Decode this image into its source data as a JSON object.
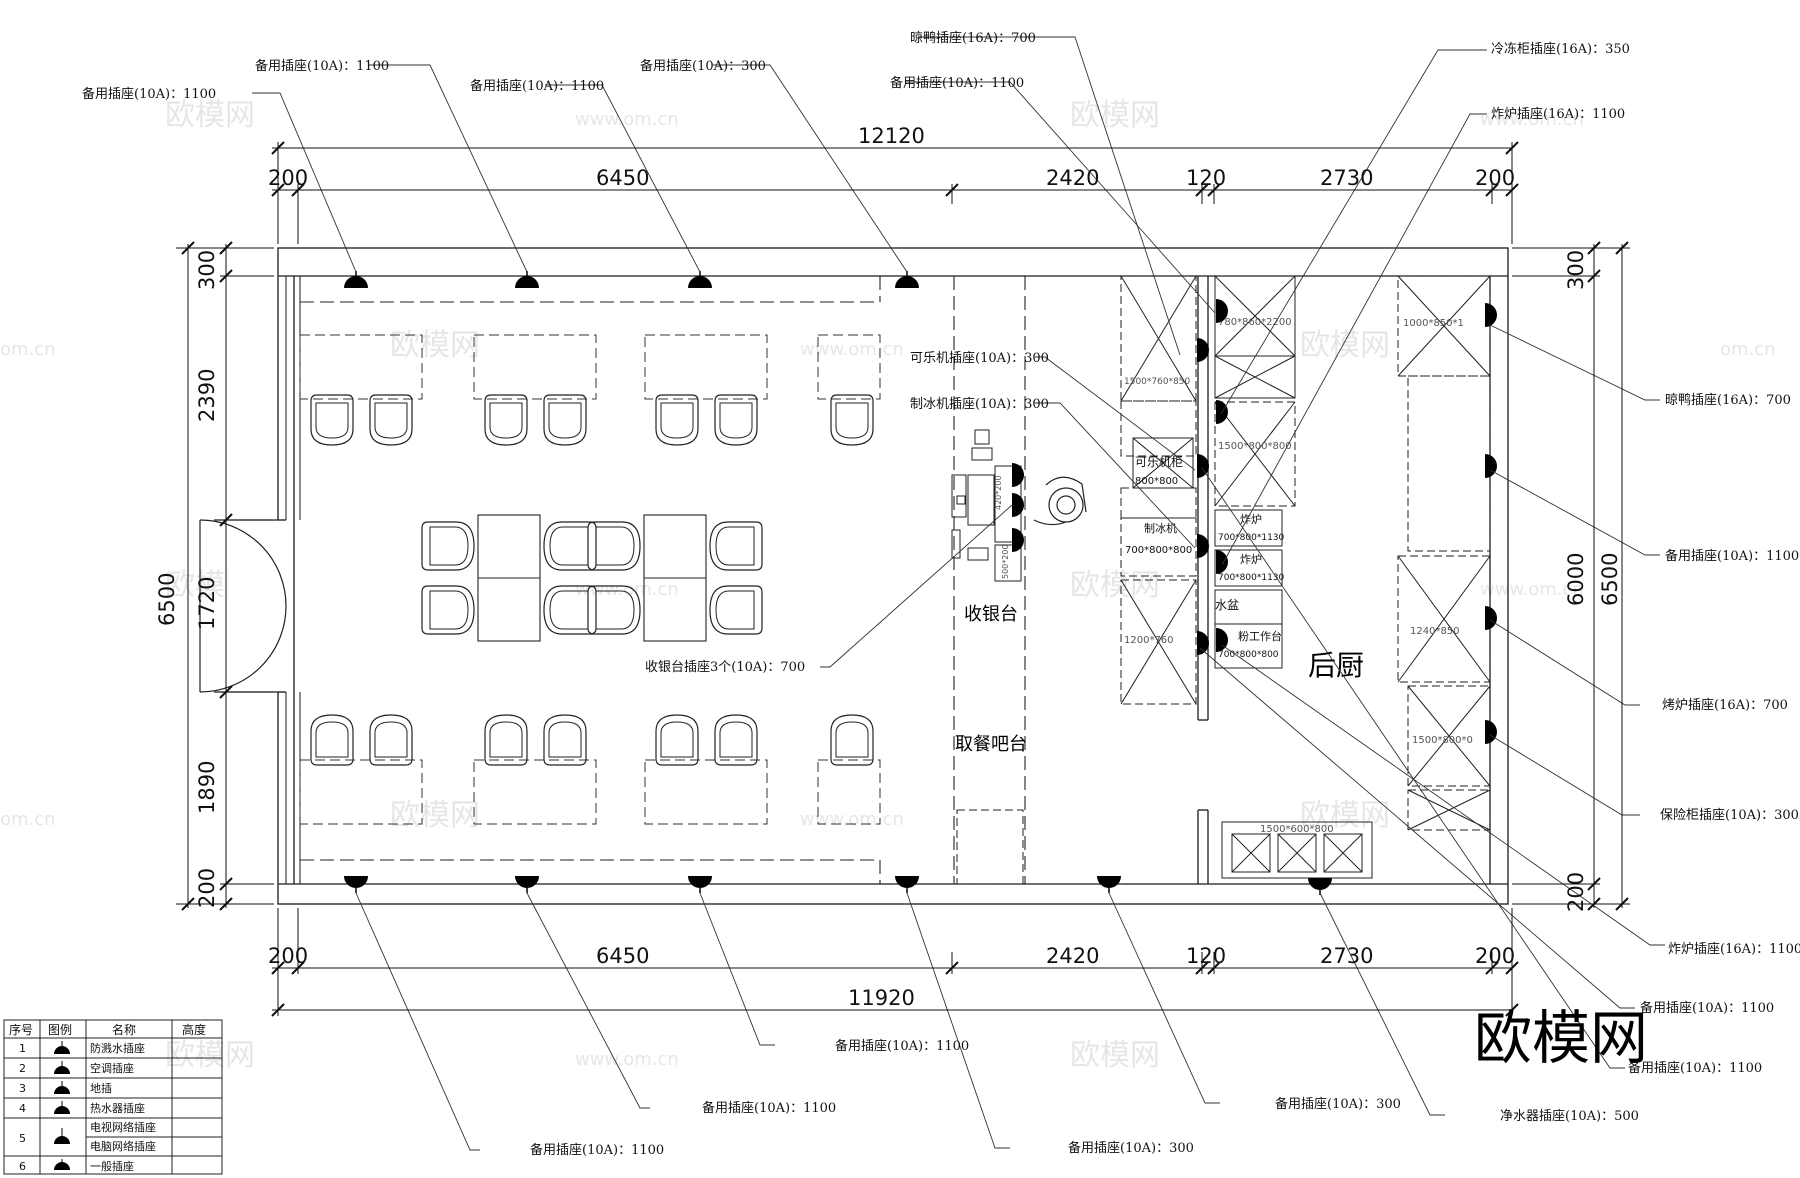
{
  "dimensions": {
    "top_total": "12120",
    "top_segments": [
      "200",
      "6450",
      "2420",
      "120",
      "2730",
      "200"
    ],
    "bottom_total": "11920",
    "bottom_segments": [
      "200",
      "6450",
      "2420",
      "120",
      "2730",
      "200"
    ],
    "left_total": "6500",
    "left_segments": [
      "300",
      "2390",
      "1720",
      "1890",
      "200"
    ],
    "right_total": "6500",
    "right_inner": "6000",
    "right_top": "300",
    "right_bottom": "200"
  },
  "rooms": {
    "cashier": "收银台",
    "pickup_bar": "取餐吧台",
    "back_kitchen": "后厨"
  },
  "equipment": {
    "cola": "可乐机柜",
    "cola_size": "800*800",
    "ice": "制冰机",
    "ice_size": "700*800*800",
    "fryer1": "炸炉",
    "fryer1_size": "700*800*1130",
    "fryer2": "炸炉",
    "fryer2_size": "700*800*1130",
    "sink": "水盆",
    "prep": "粉工作台",
    "prep_size": "700*800*800",
    "cabinet1_size": "1500*760*850",
    "freezer_size": "780*860*2200",
    "table2_size": "1500*800*800",
    "cab_left_size": "1200*760",
    "right_top_size": "1000*850*1",
    "oven_size": "1240*850",
    "right_low_size": "1500*800*0",
    "sink3_size": "1500*600*800",
    "cashier_small1": "420*200",
    "cashier_small2": "500*200"
  },
  "callouts": {
    "t1": "备用插座(10A)：1100",
    "t2": "备用插座(10A)：1100",
    "t3": "备用插座(10A)：1100",
    "t4": "备用插座(10A)：300",
    "t5": "晾鸭插座(16A)：700",
    "t6": "备用插座(10A)：1100",
    "t7": "冷冻柜插座(16A)：350",
    "t8": "炸炉插座(16A)：1100",
    "m1": "可乐机插座(10A)：300",
    "m2": "制冰机插座(10A)：300",
    "m3": "收银台插座3个(10A)：700",
    "r1": "晾鸭插座(16A)：700",
    "r2": "备用插座(10A)：1100",
    "r3": "烤炉插座(16A)：700",
    "r4": "保险柜插座(10A)：300",
    "r5": "炸炉插座(16A)：1100",
    "r6": "备用插座(10A)：1100",
    "r7": "备用插座(10A)：1100",
    "b1": "备用插座(10A)：1100",
    "b2": "备用插座(10A)：1100",
    "b3": "备用插座(10A)：1100",
    "b4": "备用插座(10A)：300",
    "b5": "备用插座(10A)：300",
    "b6": "净水器插座(10A)：500"
  },
  "legend": {
    "headers": [
      "序号",
      "图例",
      "名称",
      "高度"
    ],
    "rows": [
      {
        "no": "1",
        "name": "防溅水插座"
      },
      {
        "no": "2",
        "name": "空调插座"
      },
      {
        "no": "3",
        "name": "地插"
      },
      {
        "no": "4",
        "name": "热水器插座"
      },
      {
        "no": "5",
        "name": "电视网络插座"
      },
      {
        "no": "",
        "name": "电脑网络插座"
      },
      {
        "no": "6",
        "name": "一般插座"
      }
    ]
  },
  "watermark": {
    "logo": "欧模网",
    "url": "www.om.cn",
    "url_short": "om.cn"
  },
  "colors": {
    "line": "#1a1a1a",
    "socket": "#000000",
    "watermark": "#c8c8c8"
  }
}
